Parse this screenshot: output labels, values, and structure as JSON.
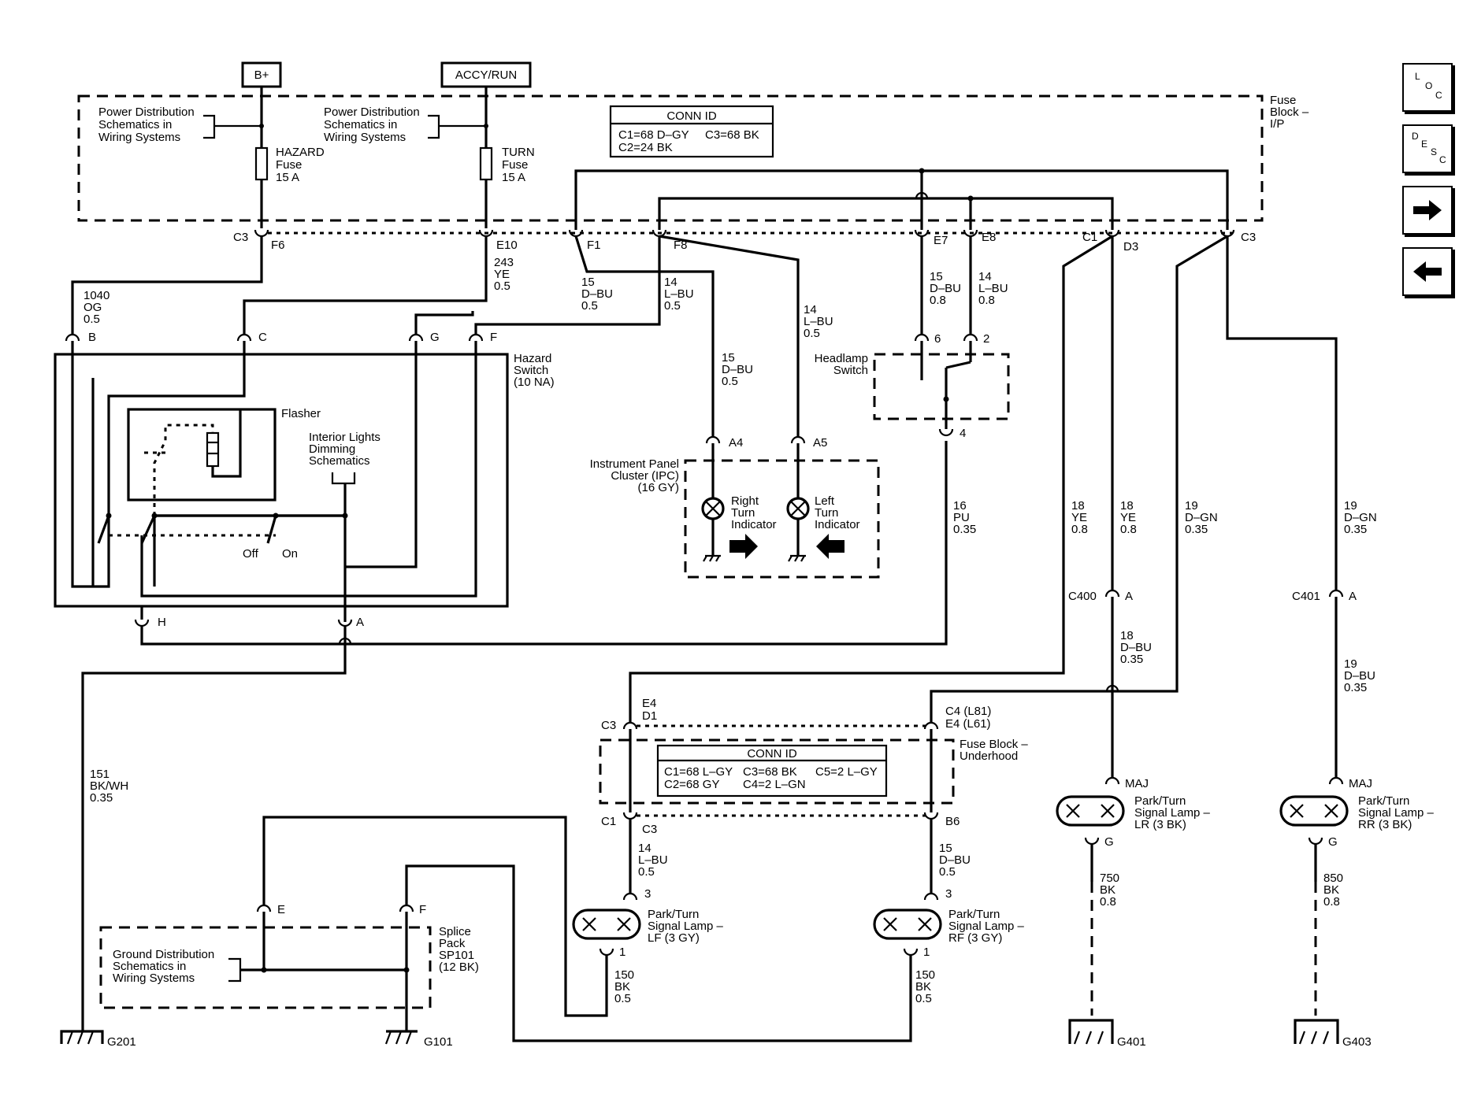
{
  "nav": {
    "loc": [
      "L",
      "O",
      "C"
    ],
    "desc": [
      "D",
      "E",
      "S",
      "C"
    ],
    "forward_icon": "arrow-right-icon",
    "back_icon": "arrow-left-icon"
  },
  "power": {
    "b_plus": "B+",
    "accy_run": "ACCY/RUN"
  },
  "fuse_block_ip": {
    "label": [
      "Fuse",
      "Block –",
      "I/P"
    ],
    "pd_left": [
      "Power Distribution",
      "Schematics in",
      "Wiring Systems"
    ],
    "pd_right": [
      "Power Distribution",
      "Schematics in",
      "Wiring Systems"
    ],
    "hazard_fuse": [
      "HAZARD",
      "Fuse",
      "15 A"
    ],
    "turn_fuse": [
      "TURN",
      "Fuse",
      "15 A"
    ],
    "conn_id_title": "CONN ID",
    "conn_id_lines": [
      "C1=68 D–GY",
      "C3=68 BK",
      "C2=24 BK"
    ]
  },
  "ip_pins": {
    "c3_f6": [
      "C3",
      "F6"
    ],
    "e10": "E10",
    "f1": "F1",
    "f8": "F8",
    "e7": "E7",
    "e8": "E8",
    "c1_d3": [
      "C1",
      "D3"
    ],
    "c3_right": "C3"
  },
  "wires": {
    "w1040": [
      "1040",
      "OG",
      "0.5"
    ],
    "w243": [
      "243",
      "YE",
      "0.5"
    ],
    "w15a": [
      "15",
      "D–BU",
      "0.5"
    ],
    "w14a": [
      "14",
      "L–BU",
      "0.5"
    ],
    "w15b": [
      "15",
      "D–BU",
      "0.5"
    ],
    "w14b": [
      "14",
      "L–BU",
      "0.5"
    ],
    "w15c": [
      "15",
      "D–BU",
      "0.8"
    ],
    "w14c": [
      "14",
      "L–BU",
      "0.8"
    ],
    "w16": [
      "16",
      "PU",
      "0.35"
    ],
    "w18a": [
      "18",
      "YE",
      "0.8"
    ],
    "w18b": [
      "18",
      "YE",
      "0.8"
    ],
    "w19a": [
      "19",
      "D–GN",
      "0.35"
    ],
    "w19b": [
      "19",
      "D–GN",
      "0.35"
    ],
    "w18c": [
      "18",
      "D–BU",
      "0.35"
    ],
    "w19c": [
      "19",
      "D–BU",
      "0.35"
    ],
    "w151": [
      "151",
      "BK/WH",
      "0.35"
    ],
    "w14d": [
      "14",
      "L–BU",
      "0.5"
    ],
    "w15d": [
      "15",
      "D–BU",
      "0.5"
    ],
    "w150a": [
      "150",
      "BK",
      "0.5"
    ],
    "w150b": [
      "150",
      "BK",
      "0.5"
    ],
    "w750": [
      "750",
      "BK",
      "0.8"
    ],
    "w850": [
      "850",
      "BK",
      "0.8"
    ]
  },
  "hazard_switch": {
    "label": [
      "Hazard",
      "Switch",
      "(10 NA)"
    ],
    "pins": {
      "b": "B",
      "c": "C",
      "g": "G",
      "f": "F",
      "h": "H",
      "a": "A"
    },
    "flasher": "Flasher",
    "interior": [
      "Interior Lights",
      "Dimming",
      "Schematics"
    ],
    "off": "Off",
    "on": "On"
  },
  "ipc": {
    "label": [
      "Instrument Panel",
      "Cluster (IPC)",
      "(16 GY)"
    ],
    "a4": "A4",
    "a5": "A5",
    "right_ind": [
      "Right",
      "Turn",
      "Indicator"
    ],
    "left_ind": [
      "Left",
      "Turn",
      "Indicator"
    ]
  },
  "headlamp": {
    "label": [
      "Headlamp",
      "Switch"
    ],
    "pin6": "6",
    "pin2": "2",
    "pin4": "4"
  },
  "rear": {
    "c400": "C400",
    "c401": "C401",
    "pin_a1": "A",
    "pin_a2": "A",
    "maj1": "MAJ",
    "maj2": "MAJ",
    "g1": "G",
    "g2": "G",
    "lr_lamp": [
      "Park/Turn",
      "Signal Lamp –",
      "LR (3 BK)"
    ],
    "rr_lamp": [
      "Park/Turn",
      "Signal Lamp –",
      "RR (3 BK)"
    ]
  },
  "underhood": {
    "label": [
      "Fuse Block –",
      "Underhood"
    ],
    "conn_id_title": "CONN ID",
    "conn_id_lines": [
      "C1=68 L–GY",
      "C3=68 BK",
      "C5=2 L–GY",
      "C2=68 GY",
      "C4=2 L–GN"
    ],
    "top_left": [
      "C3",
      "E4",
      "D1"
    ],
    "top_right": [
      "C4 (L81)",
      "E4 (L61)"
    ],
    "bot_left": [
      "C1",
      "C3"
    ],
    "bot_right": "B6"
  },
  "front": {
    "lf_lamp": [
      "Park/Turn",
      "Signal Lamp –",
      "LF (3 GY)"
    ],
    "rf_lamp": [
      "Park/Turn",
      "Signal Lamp –",
      "RF (3 GY)"
    ],
    "pin3a": "3",
    "pin3b": "3",
    "pin1a": "1",
    "pin1b": "1"
  },
  "splice": {
    "label": [
      "Splice",
      "Pack",
      "SP101",
      "(12 BK)"
    ],
    "e": "E",
    "f": "F",
    "ground_dist": [
      "Ground Distribution",
      "Schematics in",
      "Wiring Systems"
    ]
  },
  "grounds": {
    "g201": "G201",
    "g101": "G101",
    "g401": "G401",
    "g403": "G403"
  }
}
